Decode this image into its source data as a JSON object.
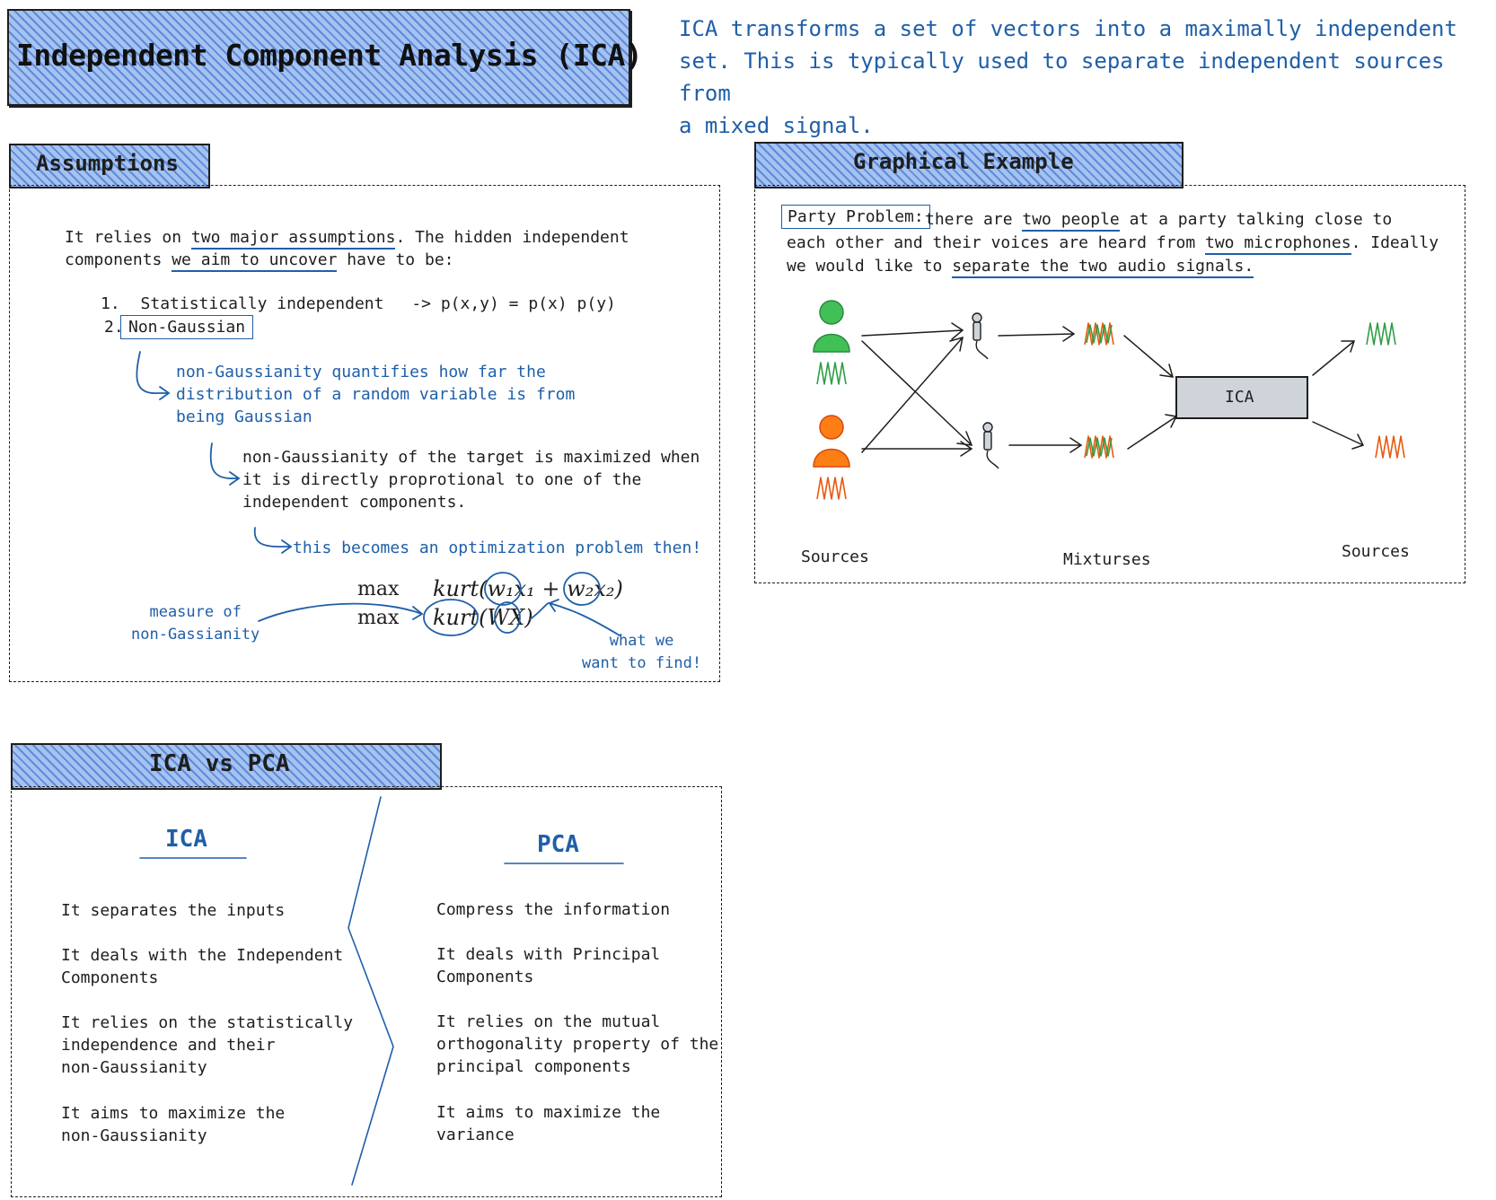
{
  "title": "Independent Component Analysis (ICA)",
  "intro": {
    "line1": "ICA transforms a set of vectors into a maximally independent",
    "line2": "set. This is typically used to separate independent sources from",
    "line3": "a mixed signal."
  },
  "assumptions": {
    "header": "Assumptions",
    "intro_line1_pre": "It relies on ",
    "intro_line1_ul": "two major assumptions",
    "intro_line1_post": ". The hidden independent",
    "intro_line2_pre": "components ",
    "intro_line2_ul": "we aim to uncover",
    "intro_line2_post": " have to be:",
    "item1_num": "1.",
    "item1_text": "Statistically independent",
    "item1_formula": "-> p(x,y) = p(x) p(y)",
    "item2_num": "2.",
    "item2_text": "Non-Gaussian",
    "note1": [
      "non-Gaussianity quantifies how far the",
      "distribution of a random variable is from",
      "being Gaussian"
    ],
    "note2": [
      "non-Gaussianity of the target is maximized when",
      "it is directly proprotional to one of the",
      "independent components."
    ],
    "note3": "this becomes an optimization problem then!",
    "eq1_max": "max",
    "eq1": "kurt(w₁x₁ + w₂x₂)",
    "eq2_max": "max",
    "eq2": "kurt(WX)",
    "annot_left": [
      "measure of",
      "non-Gassianity"
    ],
    "annot_right": [
      "what we",
      "want to find!"
    ]
  },
  "example": {
    "header": "Graphical Example",
    "party_label": "Party Problem:",
    "line1_a": " there are ",
    "line1_ul": "two people",
    "line1_b": " at a party talking close to",
    "line2_a": "each other and their voices are heard from ",
    "line2_ul": "two microphones",
    "line2_b": ". Ideally",
    "line3_a": "we would like to ",
    "line3_ul": "separate the two audio signals.",
    "ica_box": "ICA",
    "label_sources_left": "Sources",
    "label_mixtures": "Mixturses",
    "label_sources_right": "Sources",
    "colors": {
      "green": "#40c057",
      "orange": "#fd7e14",
      "gray": "#ced4da"
    }
  },
  "compare": {
    "header": "ICA vs PCA",
    "ica_title": "ICA",
    "pca_title": "PCA",
    "ica_items": [
      [
        "It separates the inputs"
      ],
      [
        "It deals with the Independent",
        "Components"
      ],
      [
        "It relies on the statistically",
        "independence and their",
        "non-Gaussianity"
      ],
      [
        "It aims to maximize the",
        "non-Gaussianity"
      ]
    ],
    "pca_items": [
      [
        "Compress the information"
      ],
      [
        "It deals with Principal",
        "Components"
      ],
      [
        "It relies on the mutual",
        "orthogonality property of the",
        "principal components"
      ],
      [
        "It aims to maximize the",
        "variance"
      ]
    ]
  }
}
